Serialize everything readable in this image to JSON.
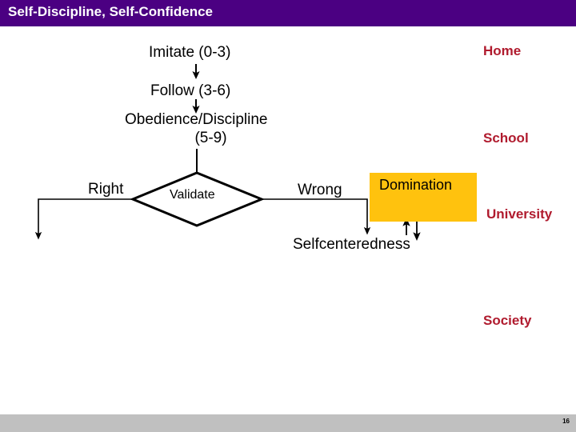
{
  "slide": {
    "title": "Self-Discipline, Self-Confidence",
    "title_bar_color": "#4B0082",
    "background_color": "#FFFFFF",
    "footer_color": "#C0C0C0",
    "slide_number": "16"
  },
  "flow": {
    "stages": [
      {
        "label": "Imitate (0-3)"
      },
      {
        "label": "Follow  (3-6)"
      },
      {
        "label": "Obedience/Discipline",
        "label_line2": "(5-9)"
      }
    ],
    "decision": {
      "label": "Validate"
    },
    "branches": {
      "left_label": "Right",
      "right_label": "Wrong"
    },
    "outcomes": {
      "domination": "Domination",
      "selfcenteredness": "Selfcenteredness",
      "domination_box_color": "#FFC20E"
    }
  },
  "contexts": {
    "accent_color": "#B01B2E",
    "items": [
      {
        "label": "Home"
      },
      {
        "label": "School"
      },
      {
        "label": "University"
      },
      {
        "label": "Society"
      }
    ]
  }
}
